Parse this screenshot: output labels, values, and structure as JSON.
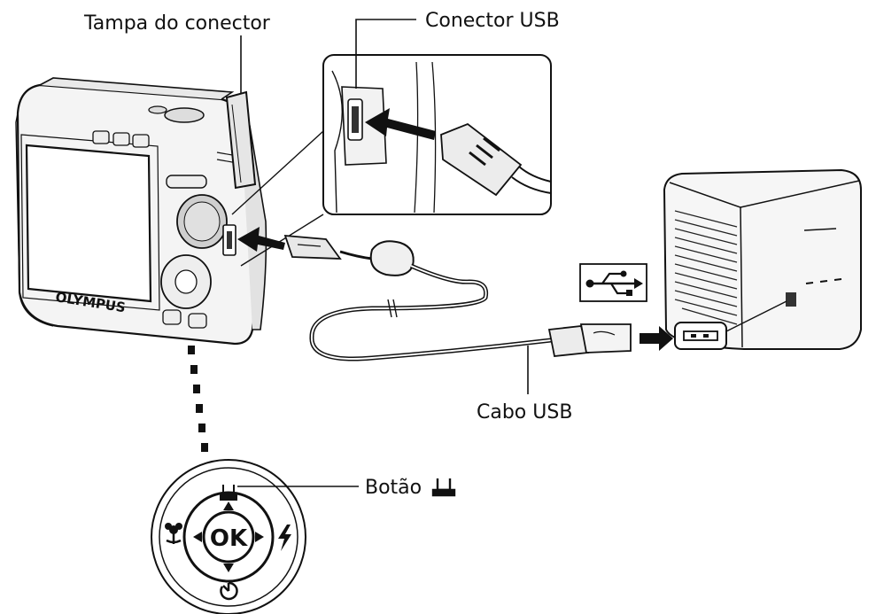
{
  "labels": {
    "connector_cover": "Tampa do conector",
    "usb_connector": "Conector USB",
    "usb_cable": "Cabo USB",
    "print_button": "Botão"
  },
  "camera": {
    "brand": "OLYMPUS"
  },
  "control_pad": {
    "center": "OK"
  },
  "icons": {
    "usb_symbol": "usb-trident-icon",
    "print_symbol": "print-icon",
    "macro": "flower-icon",
    "flash": "flash-icon",
    "self_timer": "self-timer-icon"
  }
}
